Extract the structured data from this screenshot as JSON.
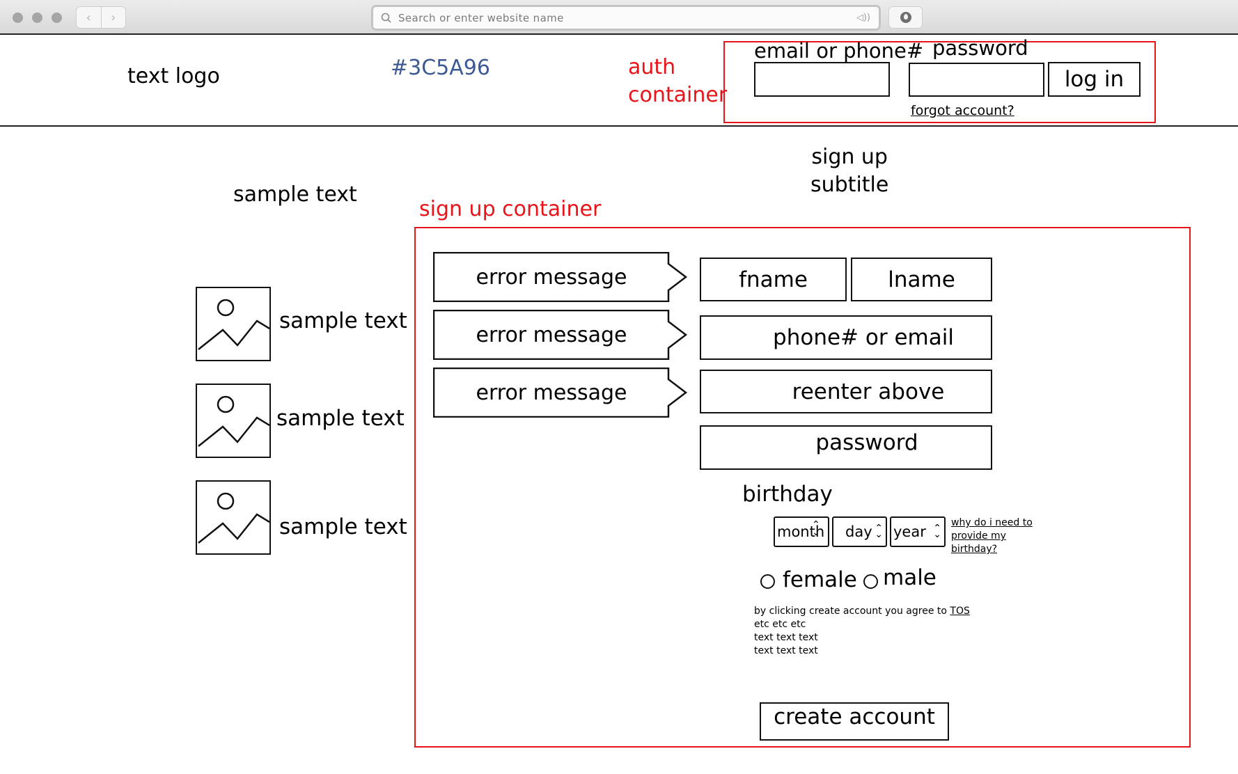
{
  "browser": {
    "url_placeholder": "Search or enter website name",
    "icons": [
      "back-chevron-icon",
      "forward-chevron-icon",
      "search-icon",
      "speaker-icon",
      "download-icon"
    ]
  },
  "header": {
    "logo": "text logo",
    "color_note": "#3C5A96",
    "auth_annotation_line1": "auth",
    "auth_annotation_line2": "container",
    "auth": {
      "email_label": "email or phone#",
      "password_label": "password",
      "login_button": "log in",
      "forgot_link": "forgot account?"
    }
  },
  "left": {
    "title": "sample text",
    "features": [
      {
        "text": "sample text",
        "icon": "image-placeholder-icon"
      },
      {
        "text": "sample text",
        "icon": "image-placeholder-icon"
      },
      {
        "text": "sample text",
        "icon": "image-placeholder-icon"
      }
    ]
  },
  "signup": {
    "subtitle_line1": "sign up",
    "subtitle_line2": "subtitle",
    "container_annotation": "sign up container",
    "errors": [
      "error message",
      "error message",
      "error message"
    ],
    "fname": "fname",
    "lname": "lname",
    "contact": "phone# or email",
    "reenter": "reenter above",
    "password": "password",
    "birthday_label": "birthday",
    "month": "month",
    "day": "day",
    "year": "year",
    "birthday_help_line1": "why do i need to",
    "birthday_help_line2": "provide my",
    "birthday_help_line3": "birthday?",
    "gender_female": "female",
    "gender_male": "male",
    "terms_prefix": "by clicking create account you agree to ",
    "terms_link": "TOS",
    "terms_line2": "etc etc etc",
    "terms_line3": "text text text",
    "terms_line4": "text text text",
    "create_button": "create account"
  },
  "colors": {
    "annotation": "#e8141a",
    "brand": "#3C5A96"
  }
}
